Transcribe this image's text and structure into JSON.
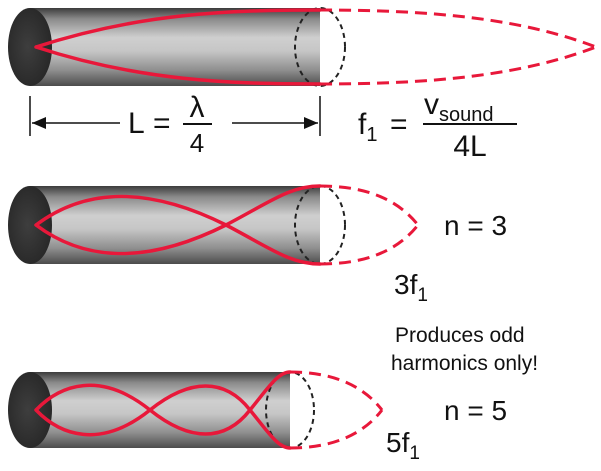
{
  "colors": {
    "wave": "#e8183a",
    "tube_light": "#c9c9c9",
    "tube_dark": "#4a4a4a",
    "tube_end": "#3a3a3a",
    "text": "#111111"
  },
  "dimension": {
    "length_symbol": "L",
    "equals": "=",
    "wavelength_symbol": "λ",
    "denominator": "4"
  },
  "formula": {
    "lhs_symbol": "f",
    "lhs_subscript": "1",
    "equals": "=",
    "numerator_symbol": "v",
    "numerator_subscript": "sound",
    "denominator": "4L"
  },
  "mode_3": {
    "label": "n = 3",
    "frequency_coefficient": "3f",
    "frequency_subscript": "1"
  },
  "mode_5": {
    "label": "n = 5",
    "frequency_coefficient": "5f",
    "frequency_subscript": "1"
  },
  "note": {
    "line1": "Produces odd",
    "line2": "harmonics only!"
  }
}
